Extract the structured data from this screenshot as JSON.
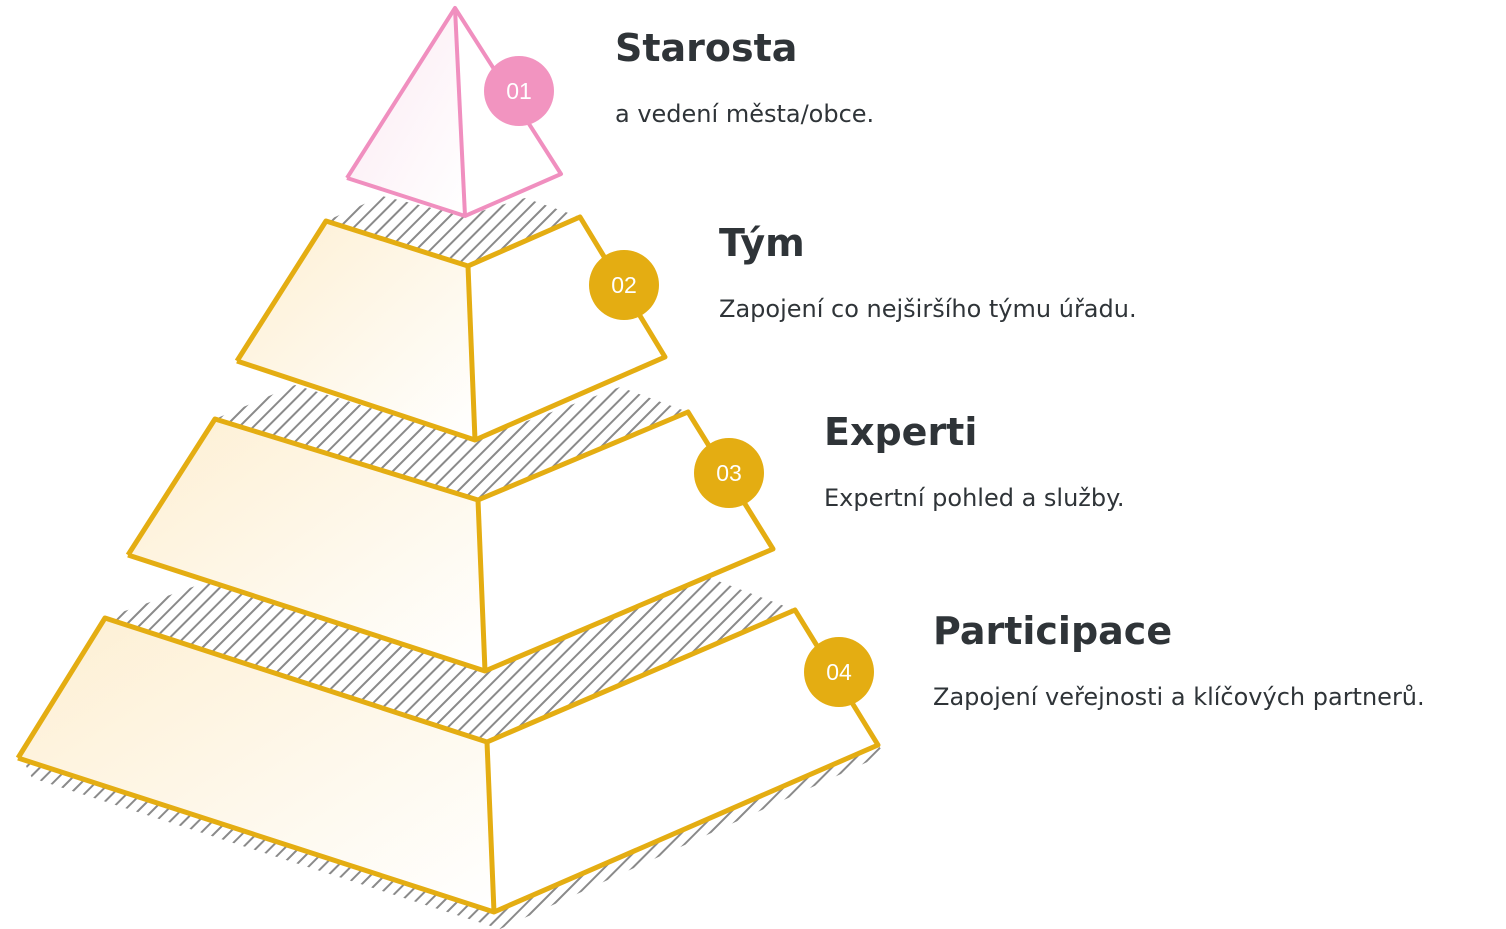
{
  "levels": [
    {
      "number": "01",
      "title": "Starosta",
      "description": "a vedení města/obce.",
      "color": "#f08fbf",
      "badge_color": "#f294c0"
    },
    {
      "number": "02",
      "title": "Tým",
      "description": "Zapojení co nejširšího týmu úřadu.",
      "color": "#e4ad12",
      "badge_color": "#e4ad12"
    },
    {
      "number": "03",
      "title": "Experti",
      "description": "Expertní pohled a služby.",
      "color": "#e4ad12",
      "badge_color": "#e4ad12"
    },
    {
      "number": "04",
      "title": "Participace",
      "description": "Zapojení veřejnosti a klíčových partnerů.",
      "color": "#e4ad12",
      "badge_color": "#e4ad12"
    }
  ],
  "colors": {
    "text": "#2f3438",
    "hatch": "#8a8a8a",
    "fill_light": "#fdf3df",
    "pink_fill": "#fbeef5"
  }
}
